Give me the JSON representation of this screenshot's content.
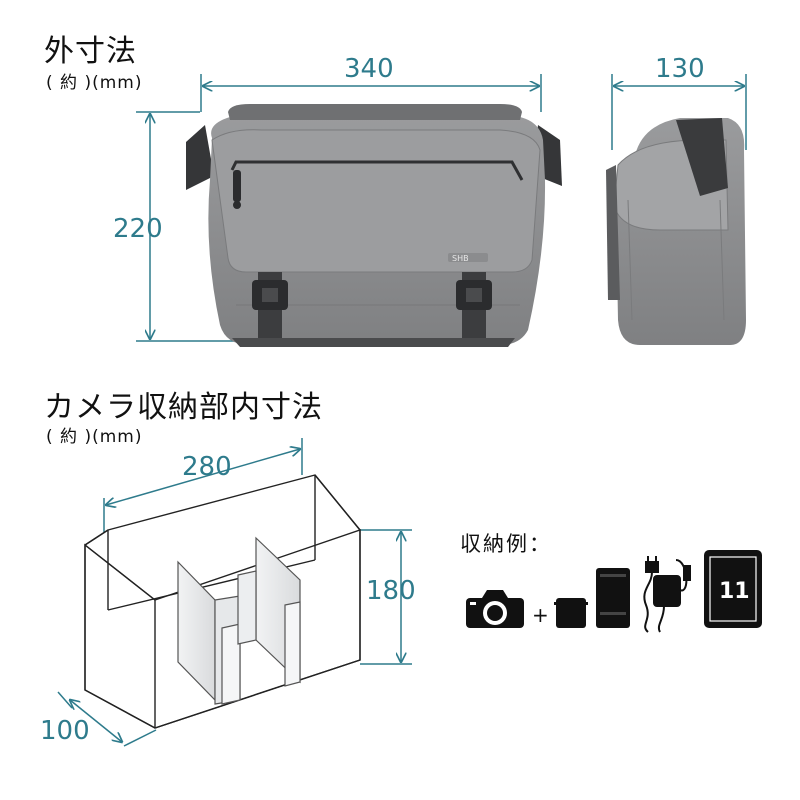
{
  "outer": {
    "title": "外寸法",
    "unit": "( 約 )(mm)",
    "width": "340",
    "depth": "130",
    "height": "220",
    "brand_mark": "SHB"
  },
  "inner": {
    "title": "カメラ収納部内寸法",
    "unit": "( 約 )(mm)",
    "width": "280",
    "height": "180",
    "depth": "100"
  },
  "example": {
    "label": "収納例：",
    "plus": "+",
    "tablet_size": "11"
  },
  "colors": {
    "dimension": "#2e7b8c",
    "bag_body": "#8f9092",
    "bag_dark": "#3a3b3d",
    "text": "#111111"
  }
}
